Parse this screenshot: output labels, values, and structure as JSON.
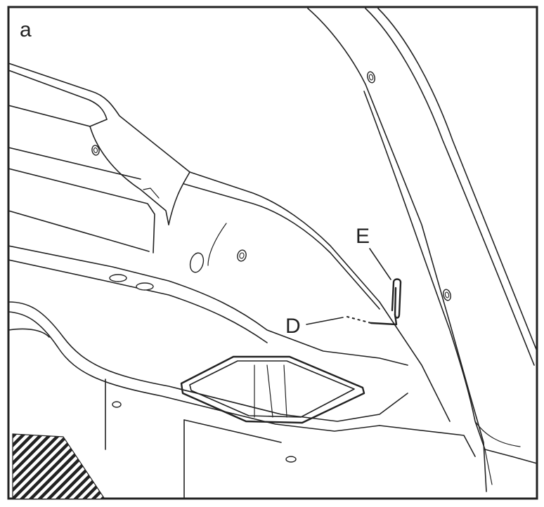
{
  "figure": {
    "panel_label": "a",
    "callouts": [
      {
        "id": "E",
        "label": "E",
        "part": "paper-clip"
      },
      {
        "id": "D",
        "label": "D",
        "part": "hole"
      }
    ],
    "colors": {
      "line": "#222222",
      "background": "#ffffff"
    }
  }
}
